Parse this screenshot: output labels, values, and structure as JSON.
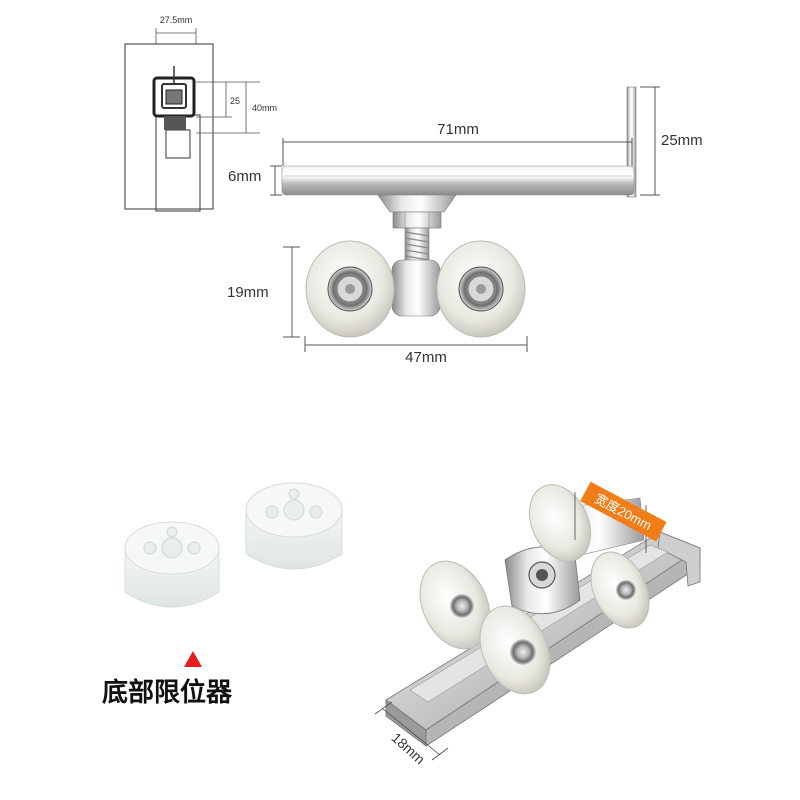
{
  "cross_section": {
    "width_label": "27.5mm",
    "height_inner_label": "25",
    "height_outer_label": "40mm"
  },
  "roller_diagram": {
    "rod_length_label": "71mm",
    "bracket_height_label": "25mm",
    "rod_diameter_label": "6mm",
    "wheel_height_label": "19mm",
    "wheel_span_label": "47mm"
  },
  "stopper": {
    "caption": "底部限位器"
  },
  "photo": {
    "badge_label": "宽度20mm",
    "track_width_label": "18mm"
  },
  "colors": {
    "accent_orange": "#f07d17",
    "marker_red": "#e61e1e",
    "dimension_line": "#555555"
  }
}
